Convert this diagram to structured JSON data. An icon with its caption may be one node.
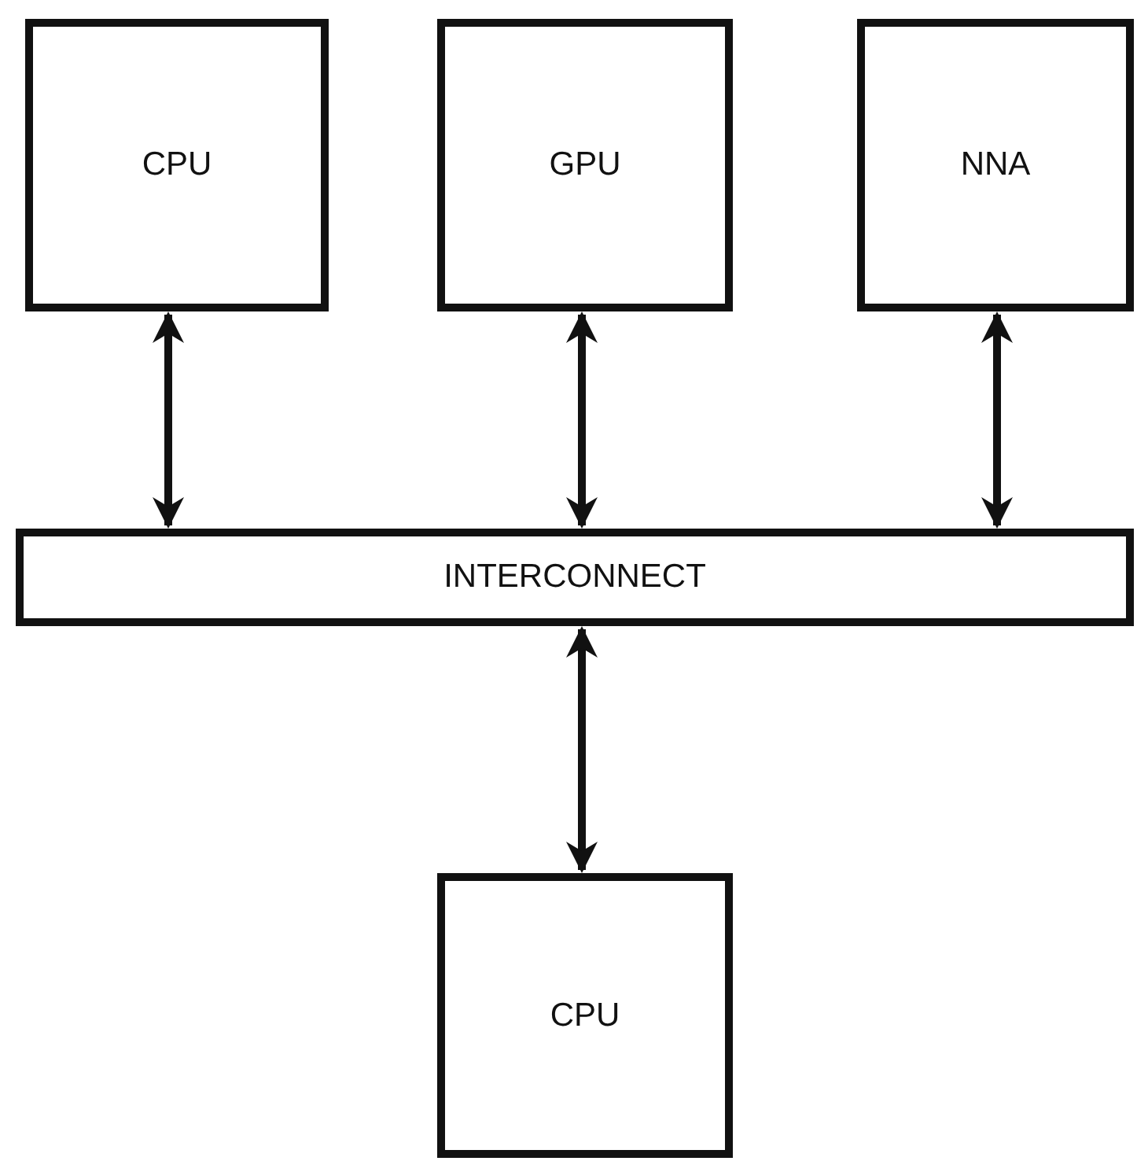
{
  "diagram": {
    "nodes": [
      {
        "text": [
          "CPU"
        ]
      },
      {
        "text": [
          "GPU"
        ]
      },
      {
        "text": [
          "NNA"
        ]
      },
      {
        "text": [
          "INTERCONNECT"
        ]
      },
      {
        "text": [
          "CPU"
        ]
      }
    ],
    "edges": [
      {
        "from": 0,
        "to": 3,
        "arrow": "both"
      },
      {
        "from": 1,
        "to": 3,
        "arrow": "both"
      },
      {
        "from": 2,
        "to": 3,
        "arrow": "both"
      },
      {
        "from": 3,
        "to": 4,
        "arrow": "both"
      }
    ]
  }
}
